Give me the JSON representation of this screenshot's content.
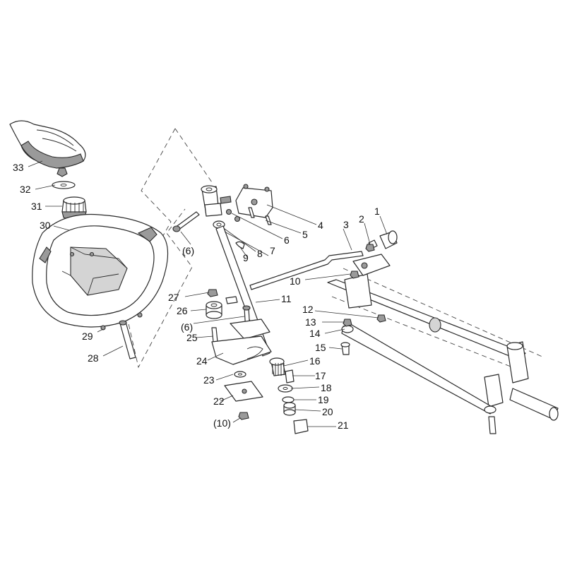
{
  "callouts": [
    {
      "id": "1",
      "text": "1"
    },
    {
      "id": "2",
      "text": "2"
    },
    {
      "id": "3",
      "text": "3"
    },
    {
      "id": "4",
      "text": "4"
    },
    {
      "id": "5",
      "text": "5"
    },
    {
      "id": "6",
      "text": "6"
    },
    {
      "id": "6b",
      "text": "(6)"
    },
    {
      "id": "6c",
      "text": "(6)"
    },
    {
      "id": "7",
      "text": "7"
    },
    {
      "id": "8",
      "text": "8"
    },
    {
      "id": "9",
      "text": "9"
    },
    {
      "id": "10",
      "text": "10"
    },
    {
      "id": "10b",
      "text": "(10)"
    },
    {
      "id": "11",
      "text": "11"
    },
    {
      "id": "12",
      "text": "12"
    },
    {
      "id": "13",
      "text": "13"
    },
    {
      "id": "14",
      "text": "14"
    },
    {
      "id": "15",
      "text": "15"
    },
    {
      "id": "16",
      "text": "16"
    },
    {
      "id": "17",
      "text": "17"
    },
    {
      "id": "18",
      "text": "18"
    },
    {
      "id": "19",
      "text": "19"
    },
    {
      "id": "20",
      "text": "20"
    },
    {
      "id": "21",
      "text": "21"
    },
    {
      "id": "22",
      "text": "22"
    },
    {
      "id": "23",
      "text": "23"
    },
    {
      "id": "24",
      "text": "24"
    },
    {
      "id": "25",
      "text": "25"
    },
    {
      "id": "26",
      "text": "26"
    },
    {
      "id": "27",
      "text": "27"
    },
    {
      "id": "28",
      "text": "28"
    },
    {
      "id": "29",
      "text": "29"
    },
    {
      "id": "30",
      "text": "30"
    },
    {
      "id": "31",
      "text": "31"
    },
    {
      "id": "32",
      "text": "32"
    },
    {
      "id": "33",
      "text": "33"
    }
  ]
}
